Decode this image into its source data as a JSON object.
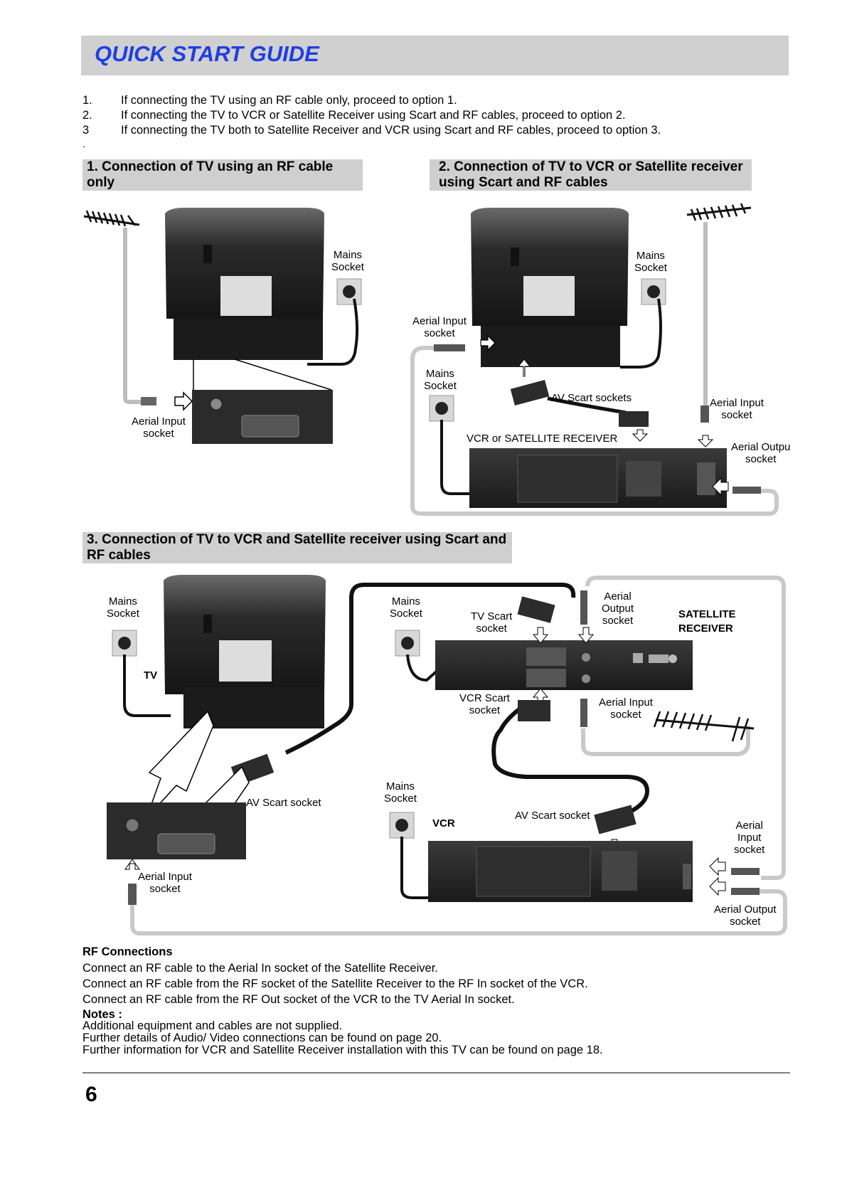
{
  "header": {
    "title": "QUICK START GUIDE"
  },
  "intro": [
    {
      "num": "1.",
      "text": "If connecting the TV using an RF cable only, proceed to option 1."
    },
    {
      "num": "2.",
      "text": "If connecting the TV to VCR or Satellite Receiver using Scart and RF cables, proceed to option 2."
    },
    {
      "num": "3",
      "text": "If connecting the TV both to Satellite Receiver and VCR using Scart and RF cables, proceed to option 3."
    }
  ],
  "intro_dot": ".",
  "section1": {
    "title_line1": "1. Connection of TV using an RF cable",
    "title_line2": "only",
    "labels": {
      "mains_1": "Mains",
      "mains_2": "Socket",
      "aerial_1": "Aerial Input",
      "aerial_2": "socket"
    }
  },
  "section2": {
    "title_line1": "2. Connection of TV to VCR or Satellite receiver",
    "title_line2": "using Scart and RF cables",
    "labels": {
      "mains_tv_1": "Mains",
      "mains_tv_2": "Socket",
      "aerial_input_tv_1": "Aerial Input",
      "aerial_input_tv_2": "socket",
      "mains_vcr_1": "Mains",
      "mains_vcr_2": "Socket",
      "av_scart": "AV Scart sockets",
      "aerial_input_1": "Aerial Input",
      "aerial_input_2": "socket",
      "device": "VCR or SATELLITE RECEIVER",
      "aerial_output_1": "Aerial Outpu",
      "aerial_output_2": "socket"
    }
  },
  "section3": {
    "title_line1": "3. Connection of TV to VCR and Satellite receiver using Scart and",
    "title_line2": "RF cables",
    "labels": {
      "mains_tv_1": "Mains",
      "mains_tv_2": "Socket",
      "tv": "TV",
      "mains_sat_1": "Mains",
      "mains_sat_2": "Socket",
      "tv_scart_1": "TV Scart",
      "tv_scart_2": "socket",
      "aerial_output_sat_1": "Aerial",
      "aerial_output_sat_2": "Output",
      "aerial_output_sat_3": "socket",
      "satellite_1": "SATELLITE",
      "satellite_2": "RECEIVER",
      "vcr_scart_1": "VCR Scart",
      "vcr_scart_2": "socket",
      "aerial_input_sat_1": "Aerial Input",
      "aerial_input_sat_2": "socket",
      "av_scart_tv": "AV Scart socket",
      "mains_vcr_1": "Mains",
      "mains_vcr_2": "Socket",
      "av_scart_vcr": "AV Scart socket",
      "vcr": "VCR",
      "aerial_input_vcr_1": "Aerial",
      "aerial_input_vcr_2": "Input",
      "aerial_input_vcr_3": "socket",
      "aerial_input_tv_1": "Aerial Input",
      "aerial_input_tv_2": "socket",
      "aerial_output_vcr_1": "Aerial Output",
      "aerial_output_vcr_2": "socket"
    }
  },
  "rf": {
    "heading": "RF Connections",
    "lines": [
      "Connect an RF cable to the Aerial In socket of the Satellite Receiver.",
      "Connect an RF cable from the RF socket of the Satellite Receiver to the RF In socket of the VCR.",
      "Connect an RF cable from the RF Out socket of the VCR to the TV Aerial In socket."
    ]
  },
  "notes": {
    "heading": "Notes :",
    "lines": [
      "Additional equipment and cables are not supplied.",
      "Further details of Audio/ Video connections can be found on page 20.",
      "Further information for VCR and Satellite Receiver installation with this TV can be found on page 18."
    ]
  },
  "page_number": "6"
}
